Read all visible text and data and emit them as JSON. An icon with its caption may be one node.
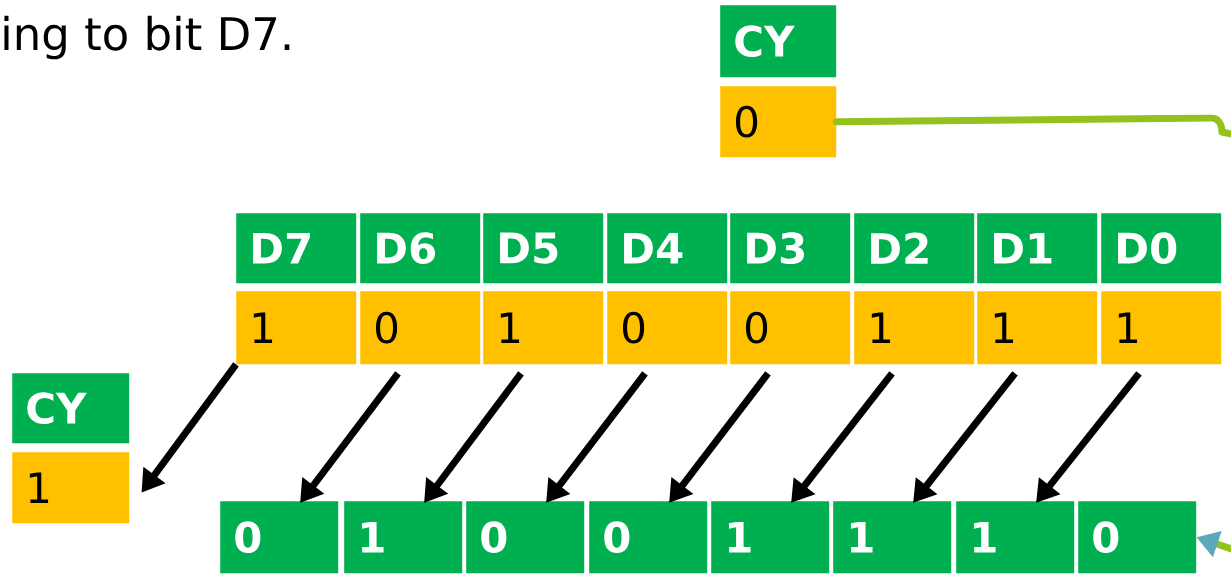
{
  "diagram": {
    "nodes": [
      {
        "text": [
          "CY"
        ]
      },
      {
        "text": [
          "0"
        ]
      },
      {
        "text": [
          "D7"
        ]
      },
      {
        "text": [
          "D6"
        ]
      },
      {
        "text": [
          "D5"
        ]
      },
      {
        "text": [
          "D4"
        ]
      },
      {
        "text": [
          "D3"
        ]
      },
      {
        "text": [
          "D2"
        ]
      },
      {
        "text": [
          "D1"
        ]
      },
      {
        "text": [
          "D0"
        ]
      },
      {
        "text": [
          "1"
        ]
      },
      {
        "text": [
          "0"
        ]
      },
      {
        "text": [
          "1"
        ]
      },
      {
        "text": [
          "0"
        ]
      },
      {
        "text": [
          "0"
        ]
      },
      {
        "text": [
          "1"
        ]
      },
      {
        "text": [
          "1"
        ]
      },
      {
        "text": [
          "1"
        ]
      },
      {
        "text": [
          "CY"
        ]
      },
      {
        "text": [
          "1"
        ]
      },
      {
        "text": [
          "0"
        ]
      },
      {
        "text": [
          "1"
        ]
      },
      {
        "text": [
          "0"
        ]
      },
      {
        "text": [
          "0"
        ]
      },
      {
        "text": [
          "1"
        ]
      },
      {
        "text": [
          "1"
        ]
      },
      {
        "text": [
          "1"
        ]
      },
      {
        "text": [
          "0"
        ]
      }
    ],
    "edges": [
      {
        "from": 10,
        "to": 19,
        "arrow": "to"
      },
      {
        "from": 11,
        "to": 20,
        "arrow": "to"
      },
      {
        "from": 12,
        "to": 21,
        "arrow": "to"
      },
      {
        "from": 13,
        "to": 22,
        "arrow": "to"
      },
      {
        "from": 14,
        "to": 23,
        "arrow": "to"
      },
      {
        "from": 15,
        "to": 24,
        "arrow": "to"
      },
      {
        "from": 16,
        "to": 25,
        "arrow": "to"
      },
      {
        "from": 17,
        "to": 26,
        "arrow": "to"
      },
      {
        "from": 1,
        "to": 27,
        "arrow": "to",
        "color": "#95c11f"
      }
    ],
    "labels": [
      "ing to bit D7."
    ]
  }
}
